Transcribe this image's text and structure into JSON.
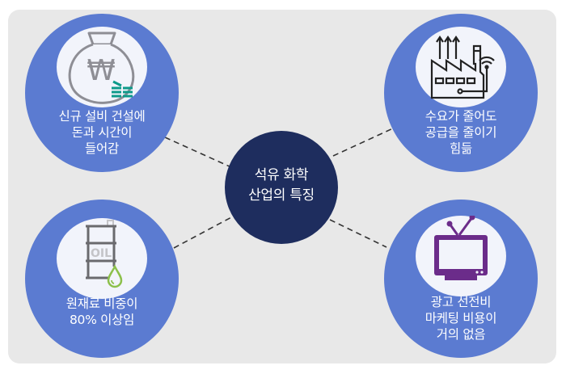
{
  "diagram": {
    "title_lines": [
      "석유 화학",
      "산업의 특징"
    ],
    "nodes": [
      {
        "id": "top-left",
        "icon": "money-bag-won-icon",
        "lines": [
          "신규 설비 건설에",
          "돈과 시간이",
          "들어감"
        ]
      },
      {
        "id": "top-right",
        "icon": "factory-icon",
        "lines": [
          "수요가 줄어도",
          "공급을 줄이기",
          "힘듦"
        ]
      },
      {
        "id": "bottom-left",
        "icon": "oil-barrel-icon",
        "lines": [
          "원재료 비중이",
          "80% 이상임"
        ]
      },
      {
        "id": "bottom-right",
        "icon": "television-icon",
        "lines": [
          "광고 선전비",
          "마케팅 비용이",
          "거의 없음"
        ]
      }
    ],
    "icon_texts": {
      "oil_label": "OIL",
      "currency_symbol": "₩"
    },
    "colors": {
      "background_panel": "#e8e8e8",
      "node_fill": "#5b7bd1",
      "center_fill": "#1e2d5e",
      "icon_bg": "#f2f4fb",
      "connector": "#333333",
      "accent_teal": "#0d9a8a",
      "accent_green": "#8cc04b",
      "accent_purple": "#6b2c8a"
    }
  }
}
